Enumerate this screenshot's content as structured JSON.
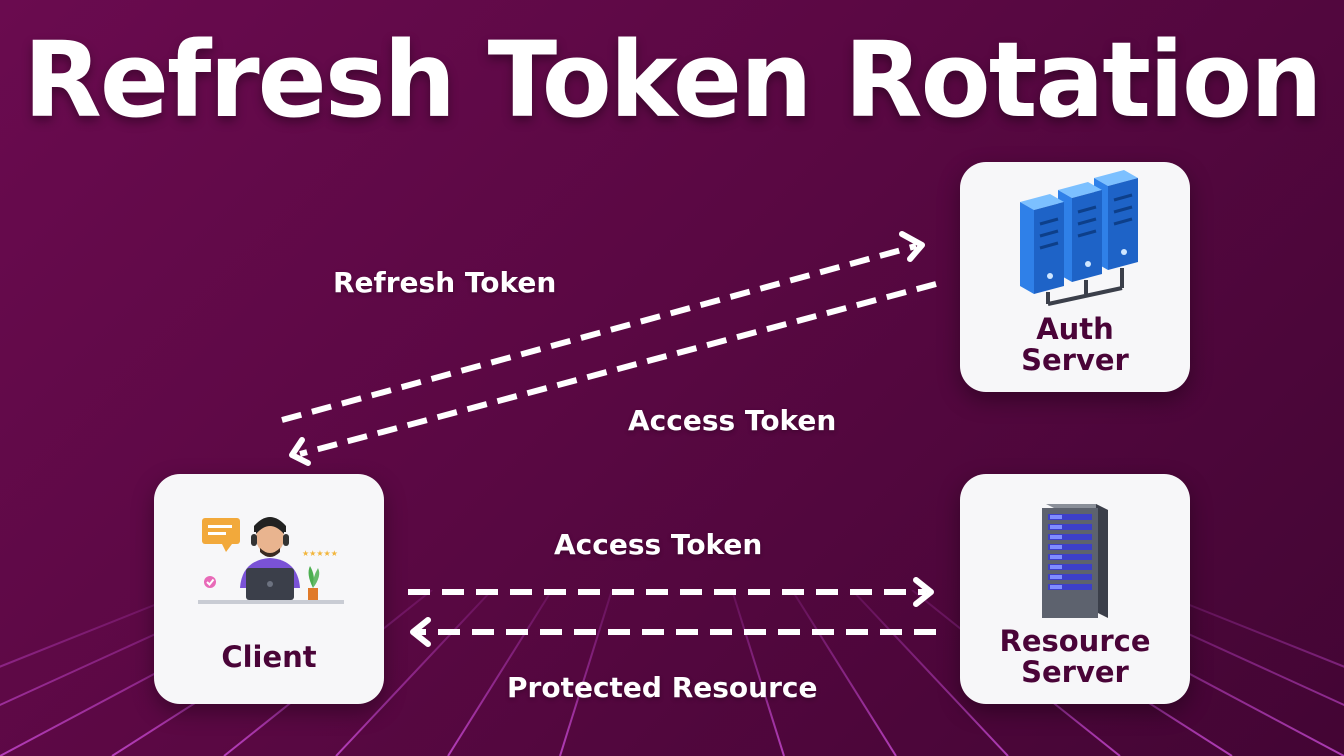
{
  "title": "Refresh Token Rotation",
  "nodes": {
    "client": {
      "label": "Client",
      "icon": "client-person-laptop-icon"
    },
    "auth_server": {
      "label": "Auth\nServer",
      "icon": "server-stack-icon"
    },
    "resource_server": {
      "label": "Resource\nServer",
      "icon": "server-rack-icon"
    }
  },
  "edges": {
    "refresh_token": "Refresh Token",
    "access_token_top": "Access Token",
    "access_token_bottom": "Access Token",
    "protected_resource": "Protected Resource"
  },
  "colors": {
    "background": "#5a0843",
    "card": "#f7f7f9",
    "label_text": "#4a0438",
    "arrow": "#ffffff",
    "server_blue": "#2f80e8",
    "grid": "#b42fc2"
  }
}
